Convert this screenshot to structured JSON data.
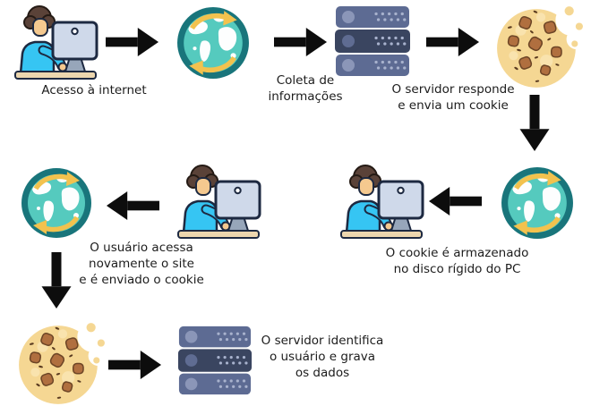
{
  "diagram": {
    "labels": {
      "access": [
        "Acesso à internet"
      ],
      "collect": [
        "Coleta de",
        "informações"
      ],
      "respond": [
        "O servidor responde",
        "e envia um cookie"
      ],
      "store": [
        "O cookie é armazenado",
        "no disco rígido do PC"
      ],
      "revisit": [
        "O usuário acessa",
        "novamente o site",
        "e é enviado o cookie"
      ],
      "identify": [
        "O servidor identifica",
        "o usuário e grava",
        "os dados"
      ]
    },
    "icons": {
      "user_computer": "user-at-computer-icon",
      "globe": "internet-globe-icon",
      "server": "server-stack-icon",
      "cookie": "cookie-icon",
      "arrow": "flow-arrow"
    },
    "colors": {
      "bg": "#ffffff",
      "text": "#1c1c1c",
      "arrow": "#0d0d0d",
      "globe_ring": "#19757b",
      "globe_ocean": "#55cabe",
      "globe_land": "#fdfefe",
      "globe_arrow": "#f2c24e",
      "server_light": "#5d6b93",
      "server_dark": "#3a4560",
      "server_circle_light": "#8b96b8",
      "server_circle_dark": "#5f6c92",
      "server_dots": "#a8b2cd",
      "cookie_body": "#f5d793",
      "cookie_spot": "#f9e3ae",
      "cookie_chip": "#b06f3f",
      "cookie_chip_edge": "#6d4526",
      "cookie_speck": "#5a3b20",
      "skin": "#f5c98f",
      "hair": "#5a4238",
      "outline": "#1d2941",
      "shirt": "#36c5f3",
      "monitor": "#cfd9ea",
      "stand": "#97a6ba",
      "desk": "#ecd6ae"
    }
  }
}
